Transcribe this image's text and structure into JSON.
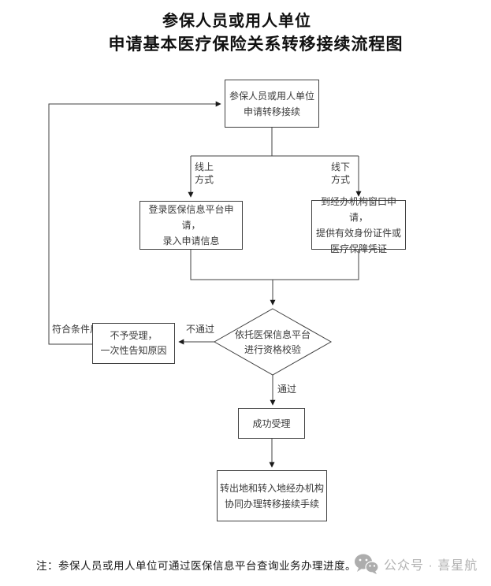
{
  "title": {
    "line1": "参保人员或用人单位",
    "line2": "申请基本医疗保险关系转移接续流程图"
  },
  "flowchart": {
    "nodes": {
      "start": "参保人员或用人单位\n申请转移接续",
      "online": "登录医保信息平台申请，\n录入申请信息",
      "offline": "到经办机构窗口申请，\n提供有效身份证件或\n医疗保障凭证",
      "check": "依托医保信息平台\n进行资格校验",
      "reject": "不予受理，\n一次性告知原因",
      "accept": "成功受理",
      "final": "转出地和转入地经办机构\n协同办理转移接续手续"
    },
    "labels": {
      "online_branch": "线上\n方式",
      "offline_branch": "线下\n方式",
      "fail": "不通过",
      "pass": "通过",
      "requalify": "符合条件后"
    }
  },
  "footer": {
    "note": "注：参保人员或用人单位可通过医保信息平台查询业务办理进度。",
    "watermark": "公众号 · 喜星航"
  },
  "colors": {
    "line": "#404040",
    "arrow": "#1a1a1a",
    "box_border": "#404040",
    "text": "#3a3a3a",
    "title_text": "#111111",
    "watermark": "#b3b3b3",
    "background": "#ffffff"
  }
}
